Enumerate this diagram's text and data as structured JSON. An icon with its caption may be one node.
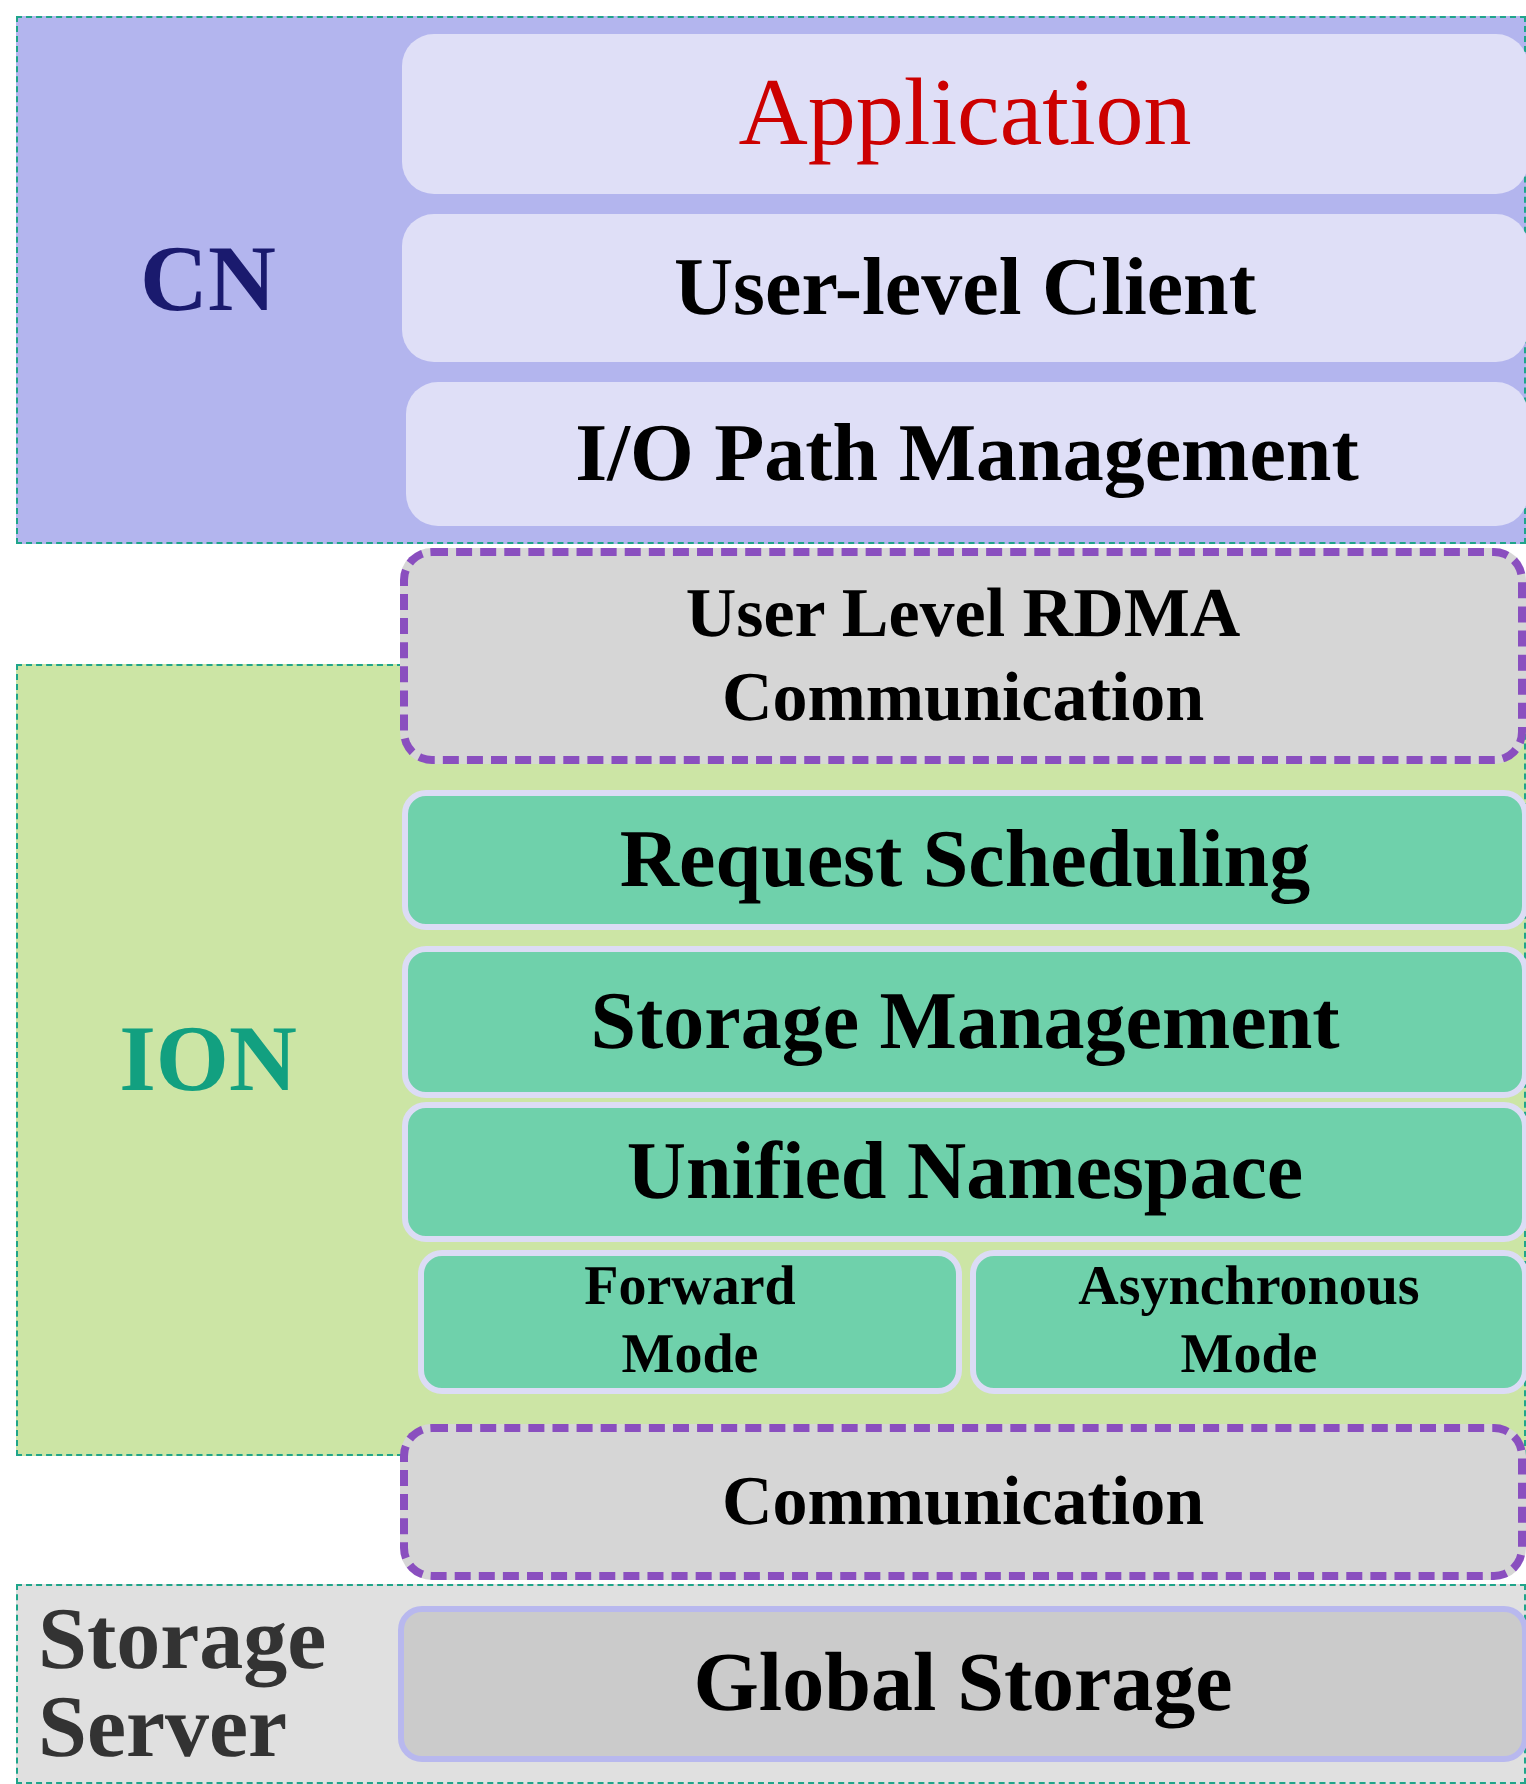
{
  "diagram": {
    "nodes": [
      {
        "text": [
          "CN"
        ]
      },
      {
        "text": [
          "Application"
        ],
        "in": 0
      },
      {
        "text": [
          "User-level Client"
        ],
        "in": 0
      },
      {
        "text": [
          "I/O Path Management"
        ],
        "in": 0
      },
      {
        "text": [
          "ION"
        ]
      },
      {
        "text": [
          "User Level RDMA Communication"
        ]
      },
      {
        "text": [
          "Request Scheduling"
        ],
        "in": 4
      },
      {
        "text": [
          "Storage Management"
        ],
        "in": 4
      },
      {
        "text": [
          "Unified Namespace"
        ],
        "in": 4
      },
      {
        "text": [
          "Forward Mode"
        ],
        "in": 4
      },
      {
        "text": [
          "Asynchronous Mode"
        ],
        "in": 4
      },
      {
        "text": [
          "Storage Server"
        ]
      },
      {
        "text": [
          "Communication"
        ]
      },
      {
        "text": [
          "Global Storage"
        ],
        "in": 11
      }
    ]
  }
}
